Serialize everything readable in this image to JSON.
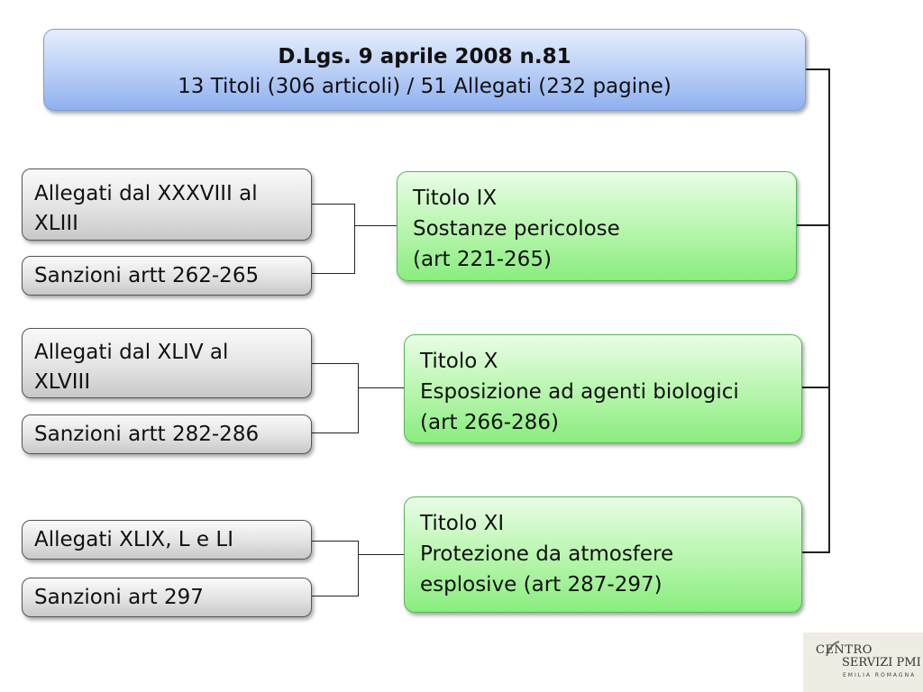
{
  "main": {
    "title": "D.Lgs. 9 aprile 2008 n.81",
    "subtitle": "13 Titoli (306 articoli) / 51 Allegati (232 pagine)"
  },
  "titles": [
    {
      "name": "Titolo IX",
      "desc": "Sostanze pericolose",
      "arts": "(art 221-265)"
    },
    {
      "name": "Titolo X",
      "desc": "Esposizione ad agenti biologici",
      "arts": "(art 266-286)"
    },
    {
      "name": "Titolo XI",
      "desc": "Protezione da atmosfere",
      "arts": "esplosive (art 287-297)"
    }
  ],
  "groups": [
    {
      "allegati": [
        "Allegati dal XXXVIII al",
        "XLIII"
      ],
      "sanzioni": "Sanzioni artt 262-265"
    },
    {
      "allegati": [
        "Allegati dal XLIV al",
        "XLVIII"
      ],
      "sanzioni": "Sanzioni artt 282-286"
    },
    {
      "allegati": [
        "Allegati XLIX, L e LI"
      ],
      "sanzioni": "Sanzioni art 297"
    }
  ],
  "logo": {
    "line1": "CENTRO",
    "line2": "SERVIZI PMI",
    "line3": "EMILIA ROMAGNA"
  },
  "colors": {
    "header_fill": "#a9c3f4",
    "title_fill": "#a8f39c",
    "annex_fill": "#dddddd",
    "connector": "#222222"
  }
}
